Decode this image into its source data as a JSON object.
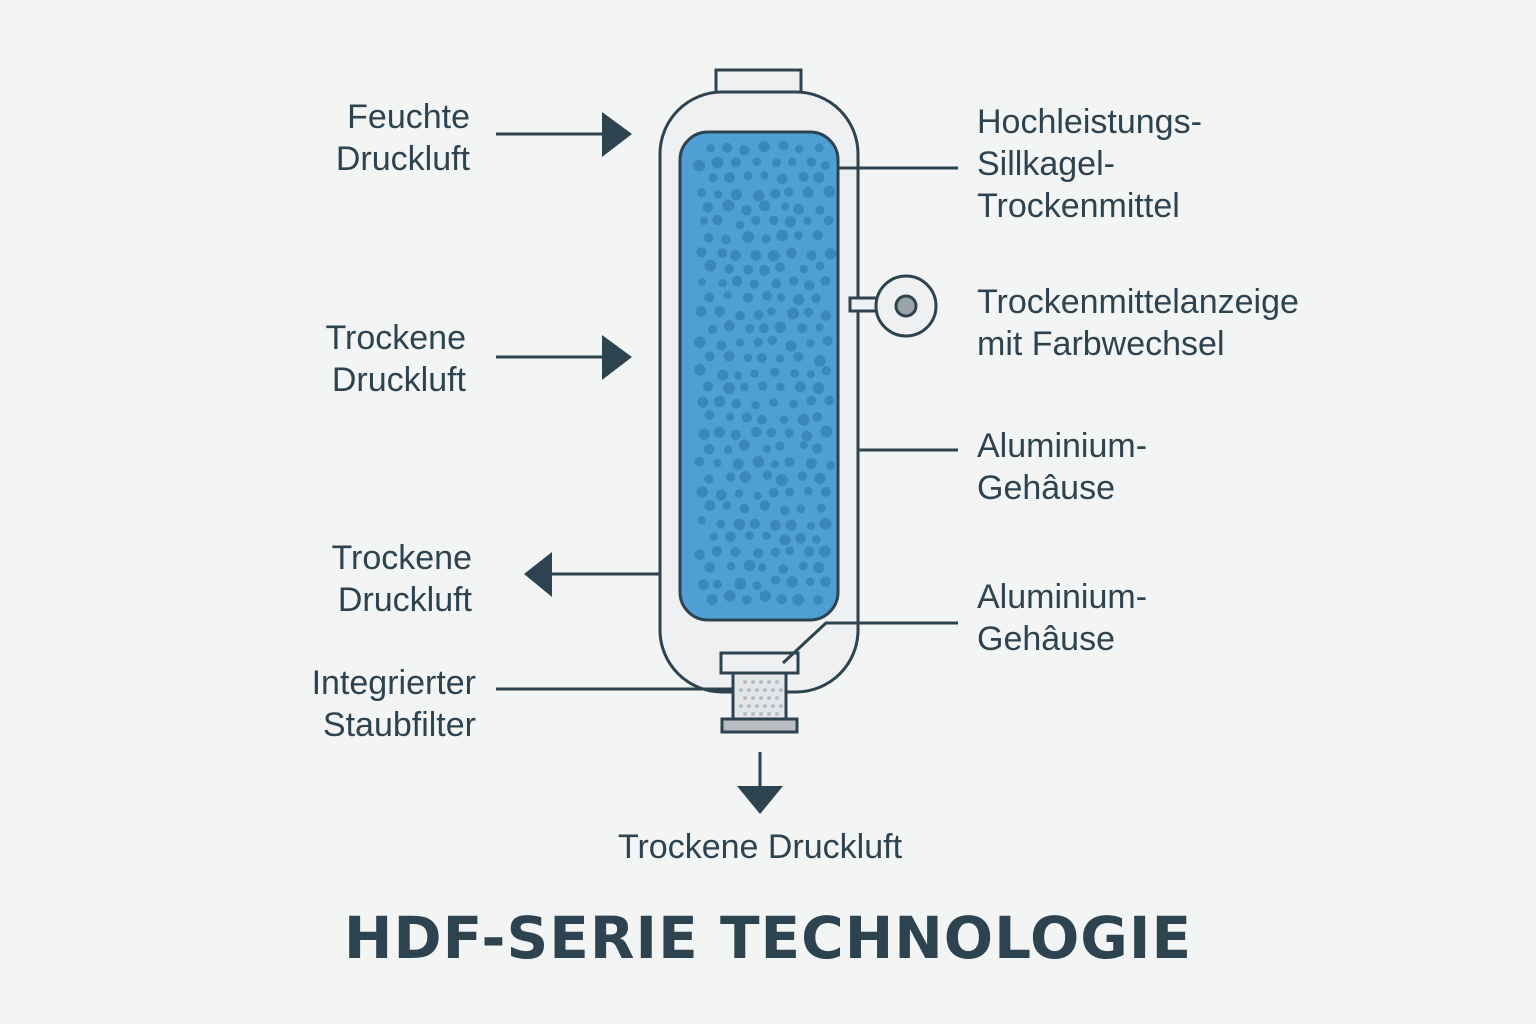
{
  "colors": {
    "ink": "#2e4350",
    "body_fill": "#eef0f1",
    "desiccant_fill": "#4e9fd3",
    "bead_fill": "#3b86bd",
    "filter_fill": "#e4e6e7",
    "filter_dots": "#b9bec2",
    "background": "#f3f4f4"
  },
  "labels": {
    "inlet": [
      "Feuchte",
      "Druckluft"
    ],
    "dry_air_mid": [
      "Trockene",
      "Druckluft"
    ],
    "dry_air_left": [
      "Trockene",
      "Druckluft"
    ],
    "dust_filter": [
      "Integrierter",
      "Staubfilter"
    ],
    "outlet_bottom": "Trockene Druckluft",
    "desiccant": [
      "Hochleistungs-",
      "Sillkagel-",
      "Trockenmittel"
    ],
    "indicator": [
      "Trockenmittelanzeige",
      "mit Farbwechsel"
    ],
    "housing_1": [
      "Aluminium-",
      "Gehâuse"
    ],
    "housing_2": [
      "Aluminium-",
      "Gehâuse"
    ]
  },
  "title": "HDF-SERIE TECHNOLOGIE",
  "icons": [
    "arrow-right-icon",
    "arrow-left-icon",
    "arrow-down-icon",
    "indicator-gauge-icon"
  ]
}
